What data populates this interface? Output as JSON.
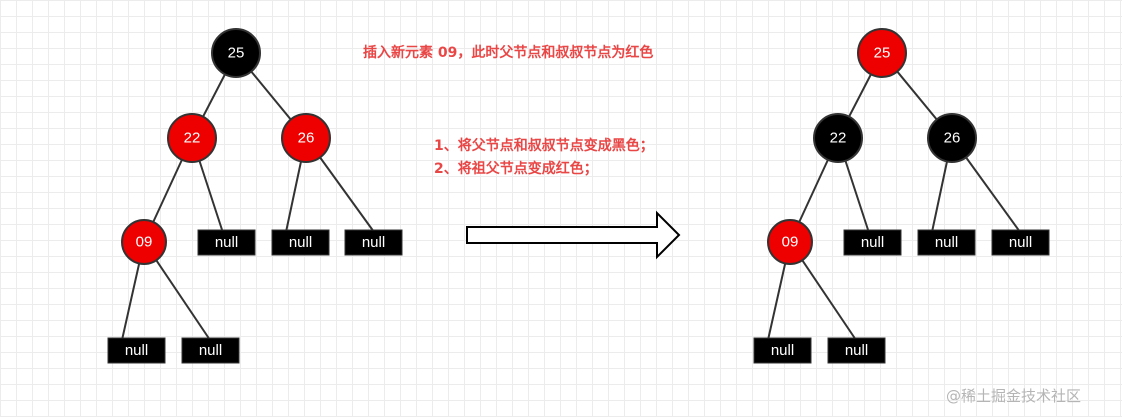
{
  "colors": {
    "red": "#ee0000",
    "black": "#000000",
    "annotation_red": "#e94646",
    "edge": "#333333"
  },
  "annotation": {
    "line1": "插入新元素 09，此时父节点和叔叔节点为红色",
    "step1": "1、将父节点和叔叔节点变成黑色；",
    "step2": "2、将祖父节点变成红色；"
  },
  "before_tree": {
    "grandparent": {
      "value": "25",
      "color": "black"
    },
    "parent": {
      "value": "22",
      "color": "red"
    },
    "uncle": {
      "value": "26",
      "color": "red"
    },
    "new_node": {
      "value": "09",
      "color": "red"
    },
    "null_label": "null"
  },
  "after_tree": {
    "grandparent": {
      "value": "25",
      "color": "red"
    },
    "parent": {
      "value": "22",
      "color": "black"
    },
    "uncle": {
      "value": "26",
      "color": "black"
    },
    "new_node": {
      "value": "09",
      "color": "red"
    },
    "null_label": "null"
  },
  "arrow": {
    "icon": "right-arrow-icon"
  },
  "watermark": "@稀土掘金技术社区"
}
